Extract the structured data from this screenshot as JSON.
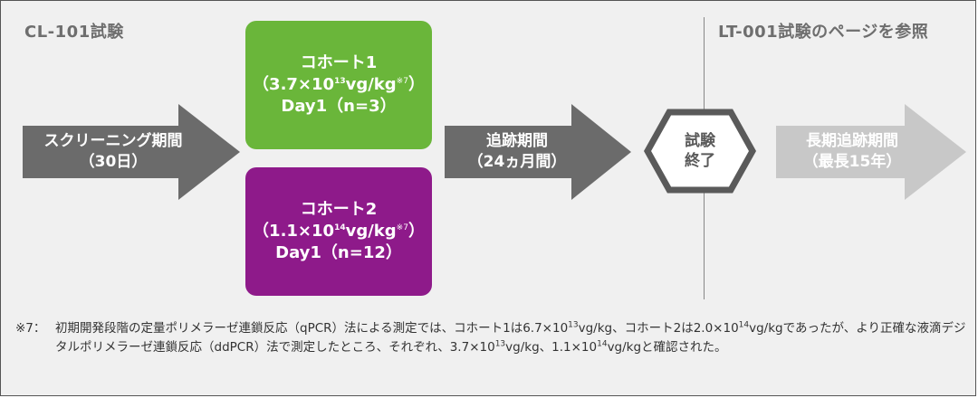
{
  "titles": {
    "left": "CL-101試験",
    "right": "LT-001試験のページを参照"
  },
  "screening": {
    "line1": "スクリーニング期間",
    "line2": "（30日）"
  },
  "cohort1": {
    "title": "コホート1",
    "dose_prefix": "（3.7×10",
    "dose_exp": "13",
    "dose_suffix": "vg/kg",
    "dose_note": "※7",
    "dose_close": "）",
    "day": "Day1（n=3）",
    "color": "#6ab63a"
  },
  "cohort2": {
    "title": "コホート2",
    "dose_prefix": "（1.1×10",
    "dose_exp": "14",
    "dose_suffix": "vg/kg",
    "dose_note": "※7",
    "dose_close": "）",
    "day": "Day1（n=12）",
    "color": "#8e1a8a"
  },
  "followup": {
    "line1": "追跡期間",
    "line2": "（24ヵ月間）"
  },
  "end": {
    "line1": "試験",
    "line2": "終了"
  },
  "longterm": {
    "line1": "長期追跡期間",
    "line2": "（最長15年）"
  },
  "footnote": {
    "mark": "※7：",
    "part1": "初期開発段階の定量ポリメラーゼ連鎖反応（qPCR）法による測定では、コホート1は6.7×10",
    "exp1": "13",
    "part2": "vg/kg、コホート2は2.0×10",
    "exp2": "14",
    "part3": "vg/kgであったが、より正確な液滴デジタルポリメラーゼ連鎖反応（ddPCR）法で測定したところ、それぞれ、3.7×10",
    "exp3": "13",
    "part4": "vg/kg、1.1×10",
    "exp4": "14",
    "part5": "vg/kgと確認された。"
  },
  "colors": {
    "dark_arrow": "#6b6b6b",
    "light_arrow": "#c8c8c8",
    "hex_stroke": "#5a5a5a"
  }
}
